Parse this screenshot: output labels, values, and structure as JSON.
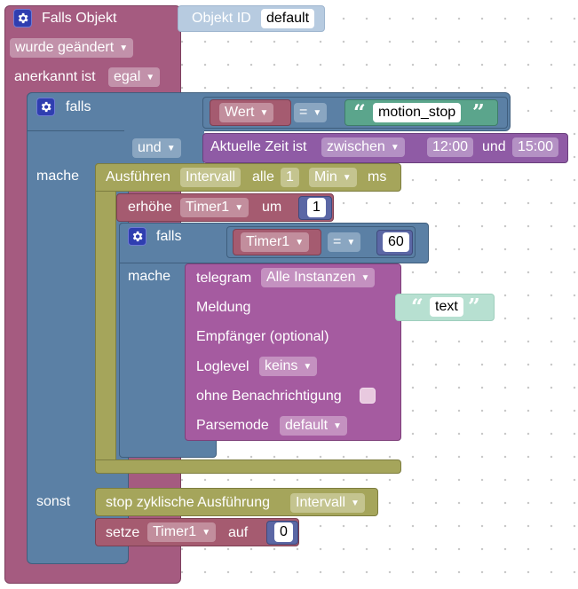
{
  "colors": {
    "event": "#a55b80",
    "logic": "#5b80a5",
    "text": "#5ba58c",
    "timer": "#a5a55b",
    "math": "#5b67a5",
    "telegram": "#a55ba0",
    "variable": "#a55b70"
  },
  "event_block": {
    "title": "Falls Objekt",
    "object_id_label": "Objekt ID",
    "object_id_value": "default",
    "changed_dropdown": "wurde geändert",
    "ack_label": "anerkannt ist",
    "ack_value": "egal"
  },
  "if_block": {
    "falls": "falls",
    "mache": "mache",
    "sonst": "sonst",
    "condition": {
      "left": "Wert",
      "operator": "=",
      "value": "motion_stop"
    },
    "and_label": "und",
    "time_block": {
      "label": "Aktuelle Zeit ist",
      "mode": "zwischen",
      "start": "12:00",
      "and": "und",
      "end": "15:00"
    }
  },
  "interval_block": {
    "label": "Ausführen",
    "name": "Intervall",
    "every": "alle",
    "amount": "1",
    "unit": "Min",
    "ms": "ms"
  },
  "increment_block": {
    "label": "erhöhe",
    "variable": "Timer1",
    "by": "um",
    "value": "1"
  },
  "inner_if": {
    "falls": "falls",
    "mache": "mache",
    "condition": {
      "left": "Timer1",
      "operator": "=",
      "value": "60"
    }
  },
  "telegram_block": {
    "label": "telegram",
    "instance": "Alle Instanzen",
    "message_label": "Meldung",
    "message_value": "text",
    "recipient_label": "Empfänger (optional)",
    "loglevel_label": "Loglevel",
    "loglevel_value": "keins",
    "silent_label": "ohne Benachrichtigung",
    "parsemode_label": "Parsemode",
    "parsemode_value": "default"
  },
  "stop_block": {
    "label": "stop zyklische Ausführung",
    "name": "Intervall"
  },
  "set_block": {
    "label": "setze",
    "variable": "Timer1",
    "to": "auf",
    "value": "0"
  }
}
